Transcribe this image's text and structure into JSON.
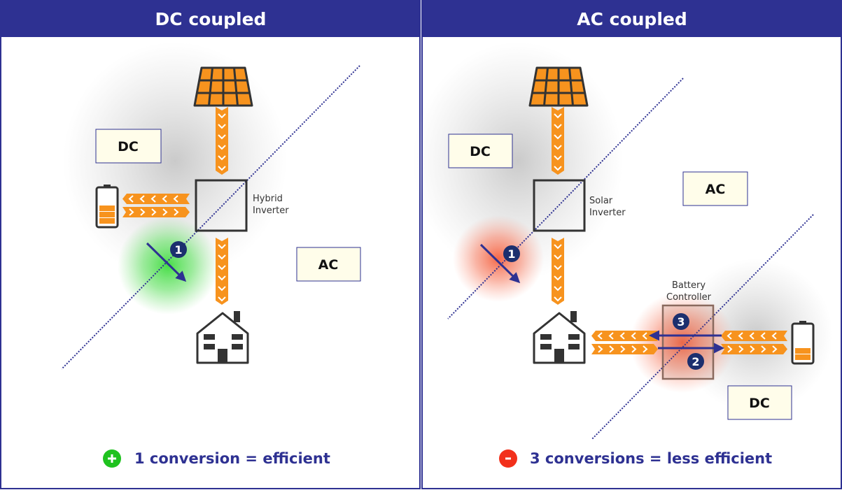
{
  "colors": {
    "navy": "#2e3192",
    "orange": "#f7931e",
    "green": "#1fc21f",
    "red": "#f2301b",
    "label_bg": "#fffdea"
  },
  "left_panel": {
    "title": "DC coupled",
    "inverter_label_line1": "Hybrid",
    "inverter_label_line2": "Inverter",
    "zone_dc": "DC",
    "zone_ac": "AC",
    "badge_1": "1",
    "footer_icon": "plus-icon",
    "footer_sign": "+",
    "footer_text": "1 conversion = efficient"
  },
  "right_panel": {
    "title": "AC coupled",
    "inverter_label_line1": "Solar",
    "inverter_label_line2": "Inverter",
    "controller_label_line1": "Battery",
    "controller_label_line2": "Controller",
    "zone_dc_top": "DC",
    "zone_ac": "AC",
    "zone_dc_bottom": "DC",
    "badge_1": "1",
    "badge_2": "2",
    "badge_3": "3",
    "footer_icon": "minus-icon",
    "footer_sign": "-",
    "footer_text": "3 conversions = less efficient"
  }
}
